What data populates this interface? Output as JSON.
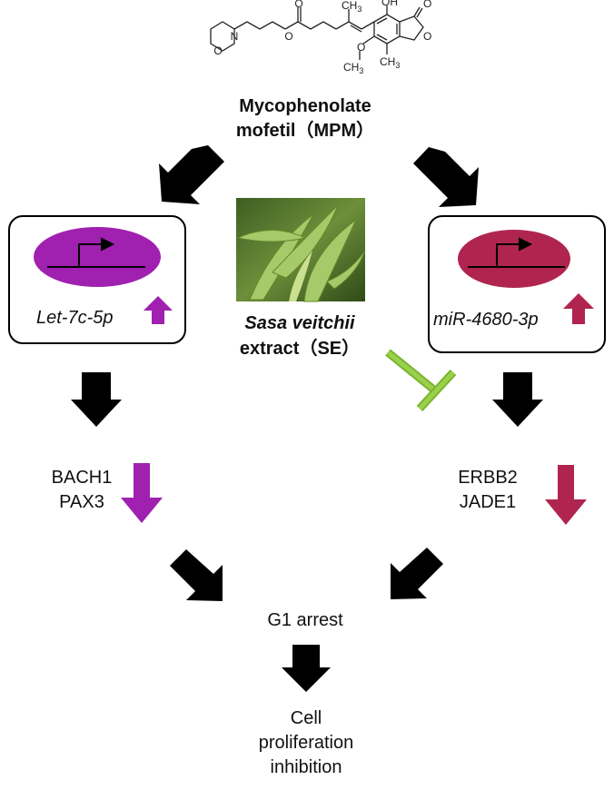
{
  "drug": {
    "name_line1": "Mycophenolate",
    "name_line2": "mofetil（MPM）",
    "structure": {
      "methyl_top": "CH",
      "methyl_top_sub": "3",
      "hydroxyl": "OH",
      "carbonyl_o": "O",
      "ring_o": "O",
      "morpholine_o": "O",
      "morpholine_n": "N",
      "ester_o1": "O",
      "ester_o2": "O",
      "methoxy_o": "O",
      "methoxy_ch": "CH",
      "methoxy_sub": "3",
      "methyl_bottom": "CH",
      "methyl_bottom_sub": "3"
    }
  },
  "left_box": {
    "mirna": "Let-7c-5p",
    "ellipse_color": "#a020b0",
    "arrow_color": "#a020b0"
  },
  "right_box": {
    "mirna": "miR-4680-3p",
    "ellipse_color": "#b0254f",
    "arrow_color": "#b0254f"
  },
  "extract": {
    "name_italic": "Sasa veitchii",
    "name_line2": "extract（SE）",
    "inhibit_color": "#7ab32e"
  },
  "left_targets": {
    "line1": "BACH1",
    "line2": "PAX3"
  },
  "right_targets": {
    "line1": "ERBB2",
    "line2": "JADE1"
  },
  "outcome": {
    "arrest": "G1 arrest",
    "line1": "Cell",
    "line2": "proliferation",
    "line3": "inhibition"
  }
}
